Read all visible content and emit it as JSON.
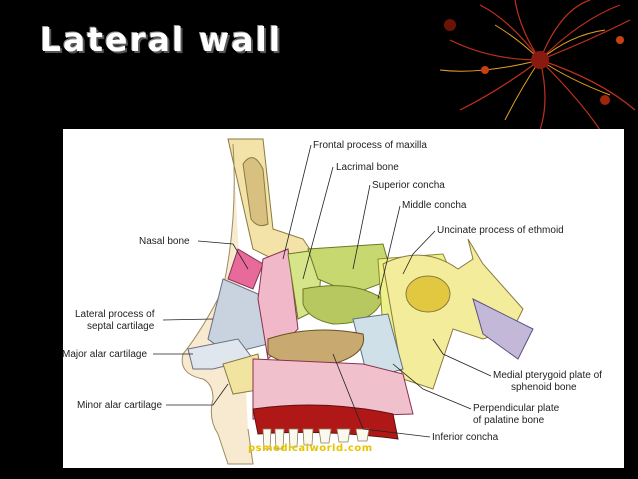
{
  "slide": {
    "title": "Lateral wall"
  },
  "diagram": {
    "labels": {
      "frontal_process": "Frontal process of maxilla",
      "lacrimal_bone": "Lacrimal bone",
      "superior_concha": "Superior concha",
      "middle_concha": "Middle concha",
      "uncinate_process": "Uncinate process of ethmoid",
      "nasal_bone": "Nasal bone",
      "lateral_process_l1": "Lateral process of",
      "lateral_process_l2": "septal cartilage",
      "major_alar": "Major alar cartilage",
      "minor_alar": "Minor alar cartilage",
      "medial_pterygoid_l1": "Medial pterygoid plate of",
      "medial_pterygoid_l2": "sphenoid bone",
      "perpendicular_plate_l1": "Perpendicular plate",
      "perpendicular_plate_l2": "of palatine bone",
      "inferior_concha": "Inferior concha"
    },
    "watermark": "psmedicalworld.com"
  }
}
